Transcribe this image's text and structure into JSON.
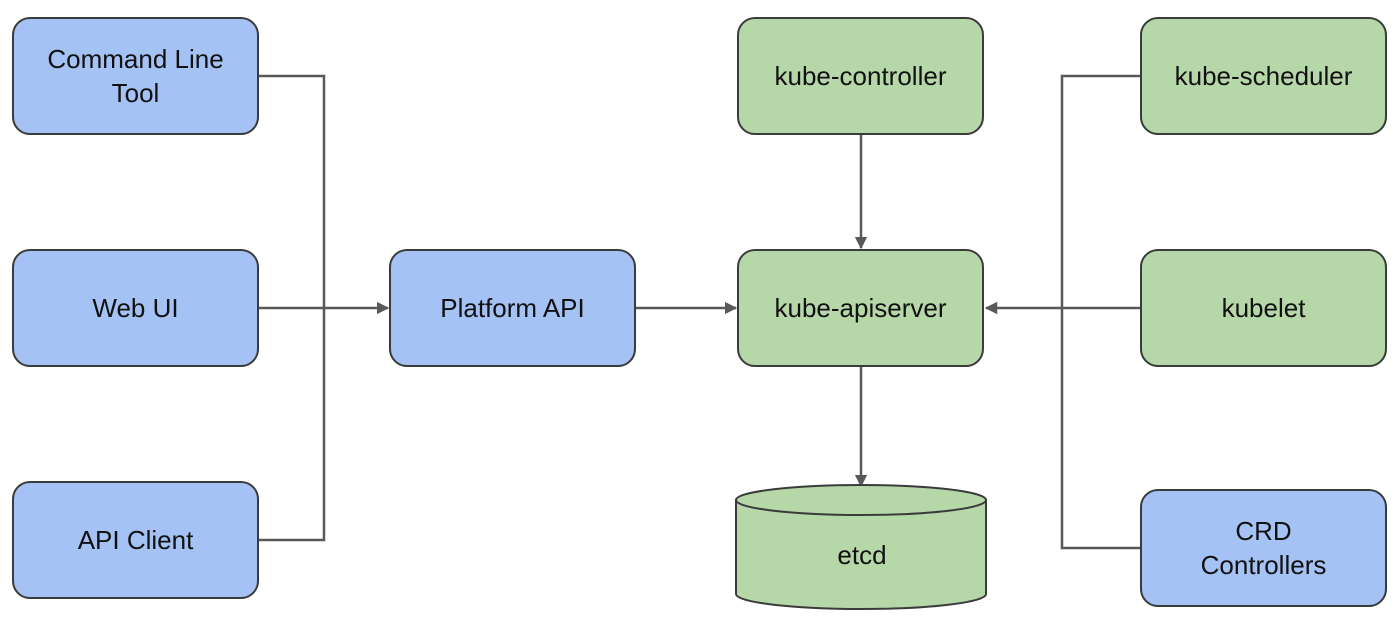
{
  "nodes": {
    "command_line_tool": "Command Line\nTool",
    "web_ui": "Web UI",
    "api_client": "API Client",
    "platform_api": "Platform API",
    "kube_controller": "kube-controller",
    "kube_apiserver": "kube-apiserver",
    "kube_scheduler": "kube-scheduler",
    "kubelet": "kubelet",
    "crd_controllers": "CRD\nControllers",
    "etcd": "etcd"
  },
  "colors": {
    "blue_node": "#a4c2f4",
    "green_node": "#b6d7a8",
    "connector": "#595959"
  }
}
